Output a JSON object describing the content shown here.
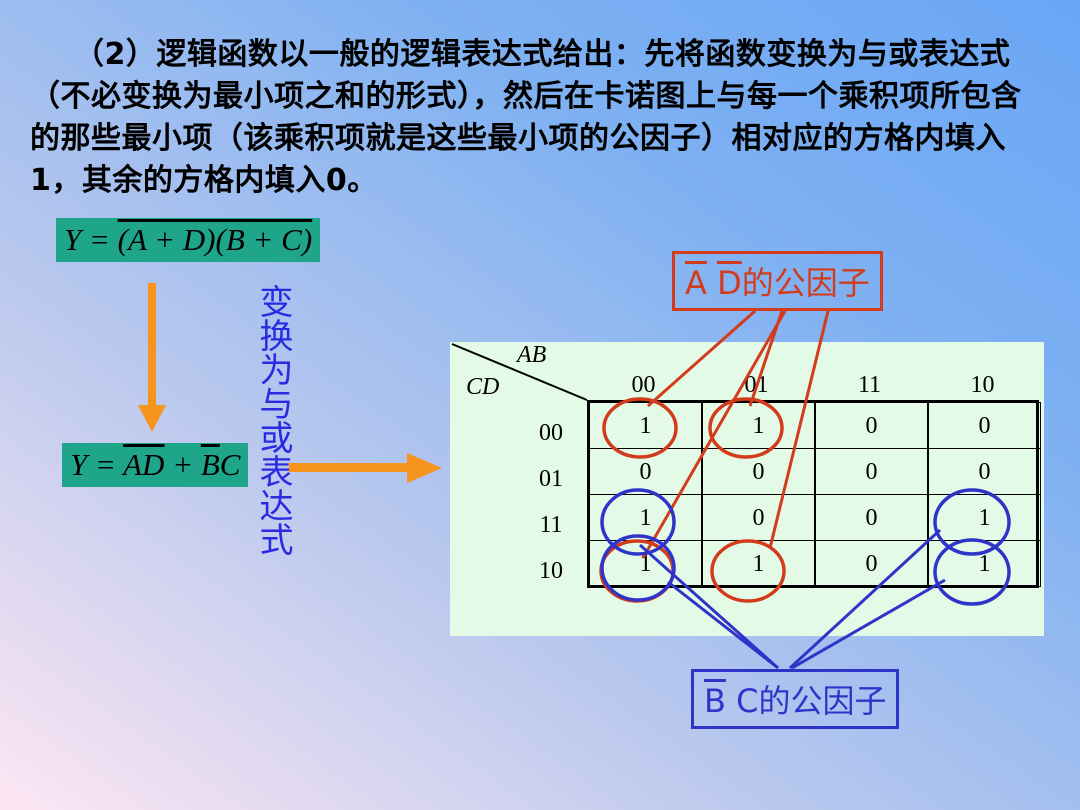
{
  "intro_text": "（2）逻辑函数以一般的逻辑表达式给出：先将函数变换为与或表达式（不必变换为最小项之和的形式），然后在卡诺图上与每一个乘积项所包含的那些最小项（该乘积项就是这些最小项的公因子）相对应的方格内填入1，其余的方格内填入0。",
  "eq1": {
    "pre": "Y = ",
    "body": "(A + D)(B + C)"
  },
  "eq2": {
    "y": "Y = ",
    "a": "A",
    "d": "D",
    "plus": " + ",
    "b": "B",
    "c": "C"
  },
  "convert_label": "变换为与或表达式",
  "kmap": {
    "row_var": "AB",
    "col_var": "CD",
    "col_headers": [
      "00",
      "01",
      "11",
      "10"
    ],
    "row_headers": [
      "00",
      "01",
      "11",
      "10"
    ],
    "cells": [
      [
        "1",
        "1",
        "0",
        "0"
      ],
      [
        "0",
        "0",
        "0",
        "0"
      ],
      [
        "1",
        "0",
        "0",
        "1"
      ],
      [
        "1",
        "1",
        "0",
        "1"
      ]
    ]
  },
  "label_ad": {
    "a": "A",
    "d": "D",
    "suffix": "的公因子"
  },
  "label_bc": {
    "b": "B",
    "c": "C",
    "suffix": "的公因子"
  },
  "colors": {
    "red": "#d23b1c",
    "blue": "#2f34c8",
    "arrow": "#f7941d",
    "eq_bg": "#1fa58a",
    "kmap_bg": "#e3fbe6"
  }
}
